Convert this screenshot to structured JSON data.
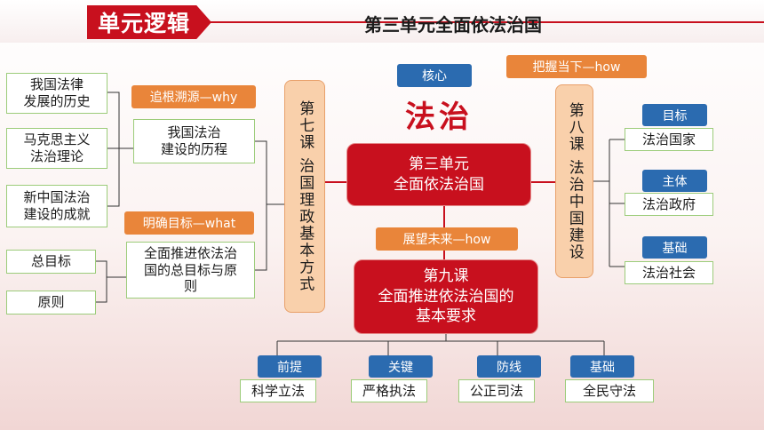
{
  "header": {
    "unit_badge": "单元逻辑",
    "unit_title": "第三单元全面依法治国"
  },
  "center": {
    "core_tag": "核心",
    "core_text": "法治",
    "unit_card": [
      "第三单元",
      "全面依法治国"
    ],
    "outlook_tag": "展望未来—how",
    "lesson9_card": [
      "第九课",
      "全面推进依法治国的",
      "基本要求"
    ]
  },
  "left": {
    "lesson7": "第七课 治国理政基本方式",
    "why_tag": "追根溯源—why",
    "what_tag": "明确目标—what",
    "history_box": [
      "我国法治",
      "建设的历程"
    ],
    "goal_box": [
      "全面推进依法治",
      "国的总目标与原",
      "则"
    ],
    "outer_boxes": [
      [
        "我国法律",
        "发展的历史"
      ],
      [
        "马克思主义",
        "法治理论"
      ],
      [
        "新中国法治",
        "建设的成就"
      ]
    ],
    "goal_boxes": [
      "总目标",
      "原则"
    ]
  },
  "right": {
    "how_tag": "把握当下—how",
    "lesson8": "第八课 法治中国建设",
    "items": [
      {
        "tag": "目标",
        "text": "法治国家"
      },
      {
        "tag": "主体",
        "text": "法治政府"
      },
      {
        "tag": "基础",
        "text": "法治社会"
      }
    ]
  },
  "bottom": {
    "items": [
      {
        "tag": "前提",
        "text": "科学立法"
      },
      {
        "tag": "关键",
        "text": "严格执法"
      },
      {
        "tag": "防线",
        "text": "公正司法"
      },
      {
        "tag": "基础",
        "text": "全民守法"
      }
    ]
  },
  "colors": {
    "red": "#c8101e",
    "orange": "#e9853a",
    "blue": "#2b6bb0",
    "green_border": "#9ccc7a",
    "peach": "#f9d0ab"
  }
}
